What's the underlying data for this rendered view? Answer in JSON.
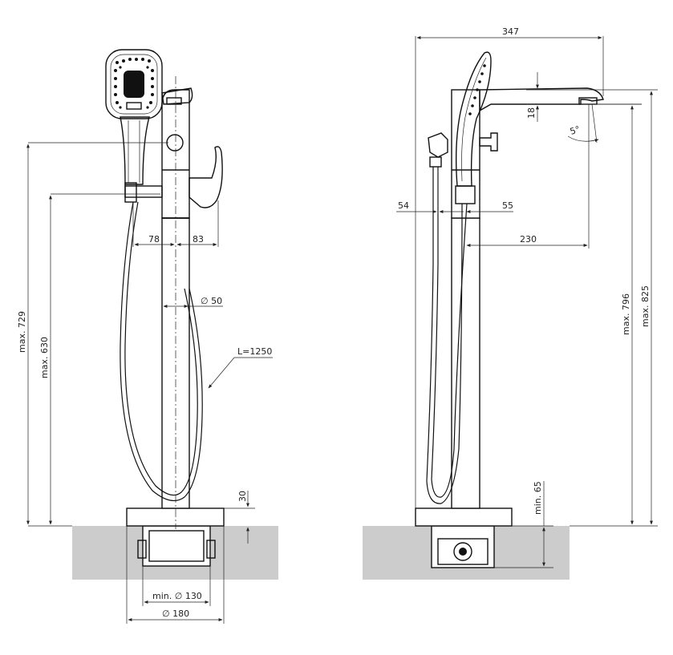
{
  "front_view": {
    "dim_spout_left": "78",
    "dim_spout_right": "83",
    "dim_body_diameter": "∅ 50",
    "dim_hose_length": "L=1250",
    "dim_base_height": "30",
    "dim_height_729": "max. 729",
    "dim_height_630": "max. 630",
    "dim_pipe_min": "min. ∅ 130",
    "dim_base_diameter": "∅ 180"
  },
  "side_view": {
    "dim_overall_width": "347",
    "dim_spout_thickness": "18",
    "dim_spout_angle": "5°",
    "dim_left_54": "54",
    "dim_right_55": "55",
    "dim_reach_230": "230",
    "dim_height_796": "max. 796",
    "dim_height_825": "max. 825",
    "dim_depth_min": "min. 65"
  },
  "colors": {
    "floor": "#cccccc",
    "line": "#111111"
  }
}
